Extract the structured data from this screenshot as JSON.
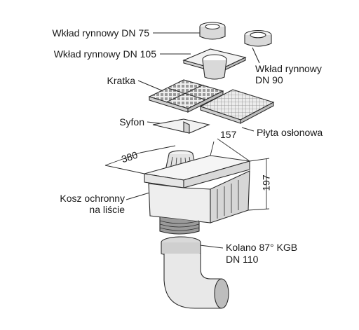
{
  "labels": {
    "wklad_75": "Wkład rynnowy DN 75",
    "wklad_105": "Wkład rynnowy DN 105",
    "wklad_90_line1": "Wkład rynnowy",
    "wklad_90_line2": "DN 90",
    "kratka": "Kratka",
    "syfon": "Syfon",
    "plyta": "Płyta osłonowa",
    "kosz_line1": "Kosz ochronny",
    "kosz_line2": "na liście",
    "kolano_line1": "Kolano 87° KGB",
    "kolano_line2": "DN 110"
  },
  "dimensions": {
    "width": "380",
    "depth": "157",
    "height": "197"
  },
  "colors": {
    "line": "#2b2b2b",
    "fill_light": "#f2f2f2",
    "fill_mid": "#d9d9d9",
    "fill_dark": "#9a9a9a"
  }
}
